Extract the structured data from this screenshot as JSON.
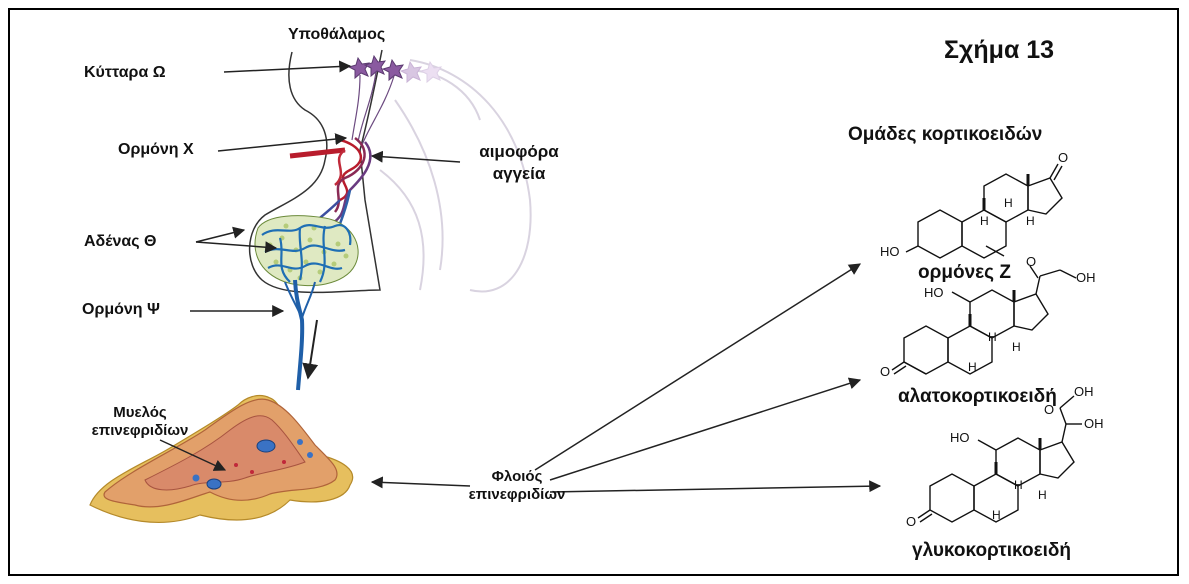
{
  "figure_title": "Σχήμα 13",
  "pituitary": {
    "hypothalamus": "Υποθάλαμος",
    "cells_omega": "Κύτταρα Ω",
    "hormone_x": "Ορμόνη Χ",
    "blood_vessels_line1": "αιμοφόρα",
    "blood_vessels_line2": "αγγεία",
    "gland_theta": "Αδένας Θ",
    "hormone_psi": "Ορμόνη Ψ"
  },
  "adrenal": {
    "medulla_line1": "Μυελός",
    "medulla_line2": "επινεφριδίων",
    "cortex_line1": "Φλοιός",
    "cortex_line2": "επινεφριδίων"
  },
  "corticoids": {
    "heading": "Ομάδες κορτικοειδών",
    "hormones_z": "ορμόνες Ζ",
    "mineralocorticoids": "αλατοκορτικοειδή",
    "glucocorticoids": "γλυκοκορτικοειδή"
  },
  "structure_atoms": {
    "oxygen": "O",
    "hydrogen": "H",
    "ho": "HO",
    "oh": "OH"
  },
  "colors": {
    "vessel_red": "#b81c2c",
    "vessel_blue": "#1f5fa8",
    "gland_green": "#b5cc7a",
    "adrenal_orange": "#e2a06a",
    "adrenal_fat": "#e6bf5e",
    "neuron_purple": "#8a5aa0"
  }
}
